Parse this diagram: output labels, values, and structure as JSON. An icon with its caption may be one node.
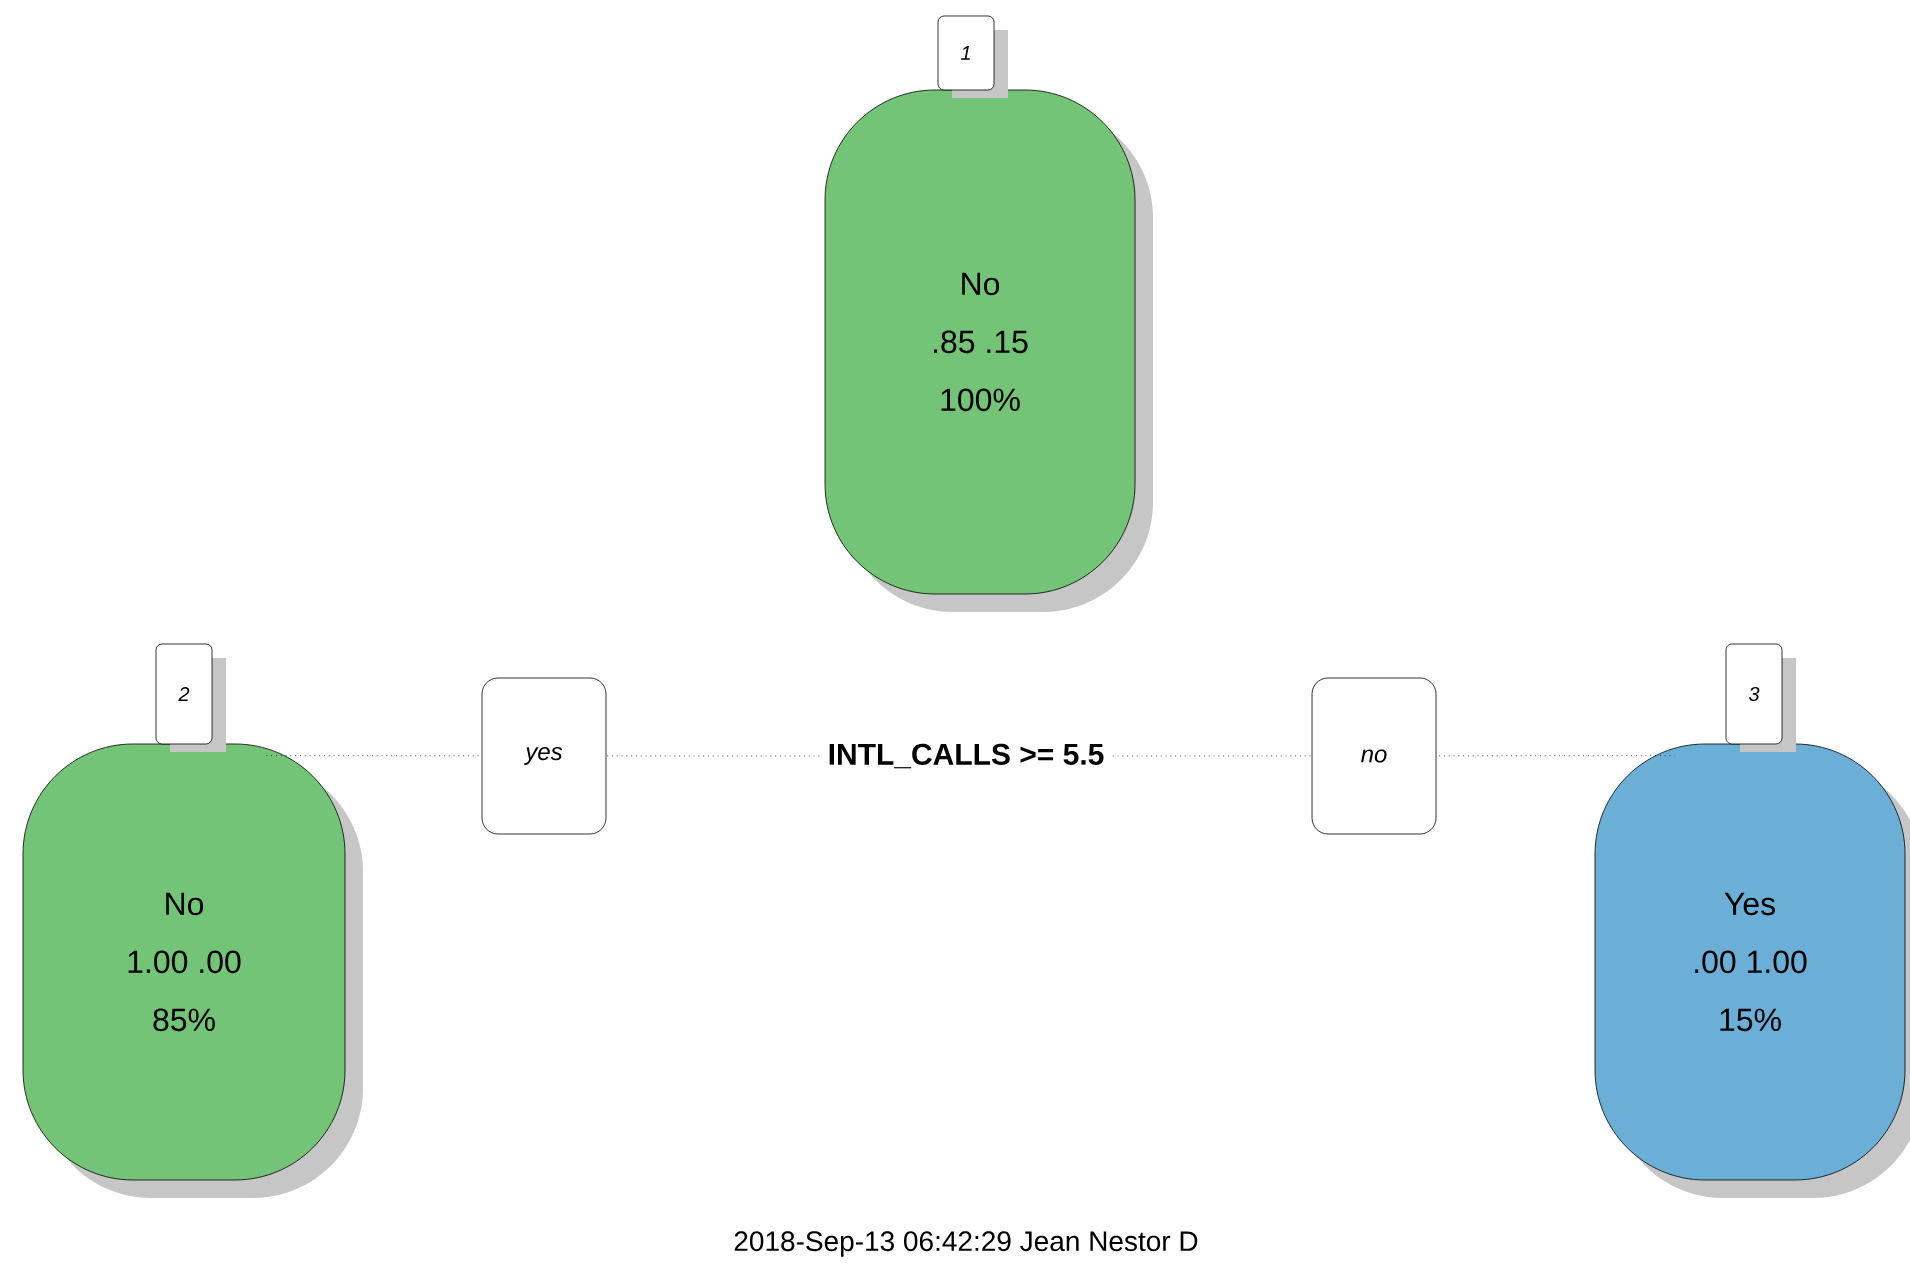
{
  "diagram": {
    "caption": "2018-Sep-13 06:42:29 Jean Nestor D",
    "nodes": [
      {
        "text": [
          "No",
          ".85  .15",
          "100%"
        ],
        "beside": [
          "1"
        ]
      },
      {
        "text": [
          "INTL_CALLS >= 5.5"
        ]
      },
      {
        "text": [
          "No",
          "1.00  .00",
          "85%"
        ],
        "beside": [
          "2"
        ]
      },
      {
        "text": [
          "Yes",
          ".00  1.00",
          "15%"
        ],
        "beside": [
          "3"
        ]
      }
    ],
    "edges": [
      {
        "from": 1,
        "to": 2,
        "arrow": "none",
        "label": "yes"
      },
      {
        "from": 1,
        "to": 3,
        "arrow": "none",
        "label": "no"
      }
    ]
  }
}
